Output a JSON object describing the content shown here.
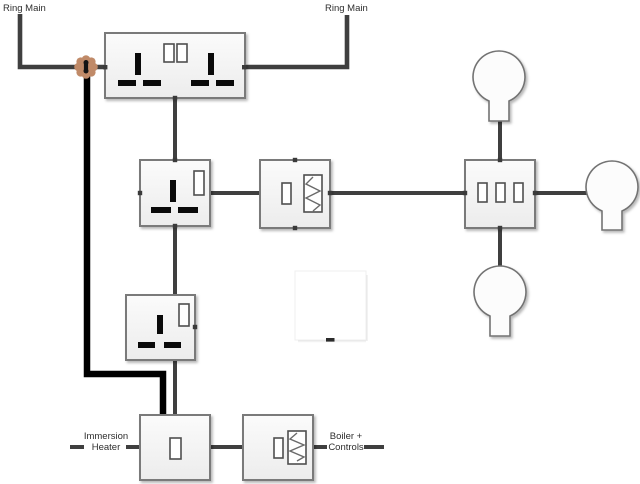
{
  "diagram": {
    "type": "electrical-wiring-diagram",
    "labels": {
      "ring_main_left": "Ring Main",
      "ring_main_right": "Ring Main",
      "immersion_line1": "Immersion",
      "immersion_line2": "Heater",
      "boiler_line1": "Boiler +",
      "boiler_line2": "Controls"
    },
    "components": [
      {
        "name": "twin-switched-socket"
      },
      {
        "name": "single-switched-socket-upper"
      },
      {
        "name": "single-switched-socket-lower"
      },
      {
        "name": "fused-connection-unit-lighting"
      },
      {
        "name": "three-gang-light-switch"
      },
      {
        "name": "light-bulb-top"
      },
      {
        "name": "light-bulb-right"
      },
      {
        "name": "light-bulb-bottom"
      },
      {
        "name": "immersion-heater-switch"
      },
      {
        "name": "fused-connection-unit-boiler"
      },
      {
        "name": "spur-junction-marker"
      },
      {
        "name": "spur-cable"
      }
    ],
    "colors": {
      "wire": "#3f3f3f",
      "cable": "#000000",
      "boxStroke": "#7a7a7a",
      "pin": "#0a0a0a",
      "detailStroke": "#4f4f4f",
      "dot": "#3a3a3a",
      "junction": "#c08a68",
      "text": "#2e2e2e"
    }
  }
}
